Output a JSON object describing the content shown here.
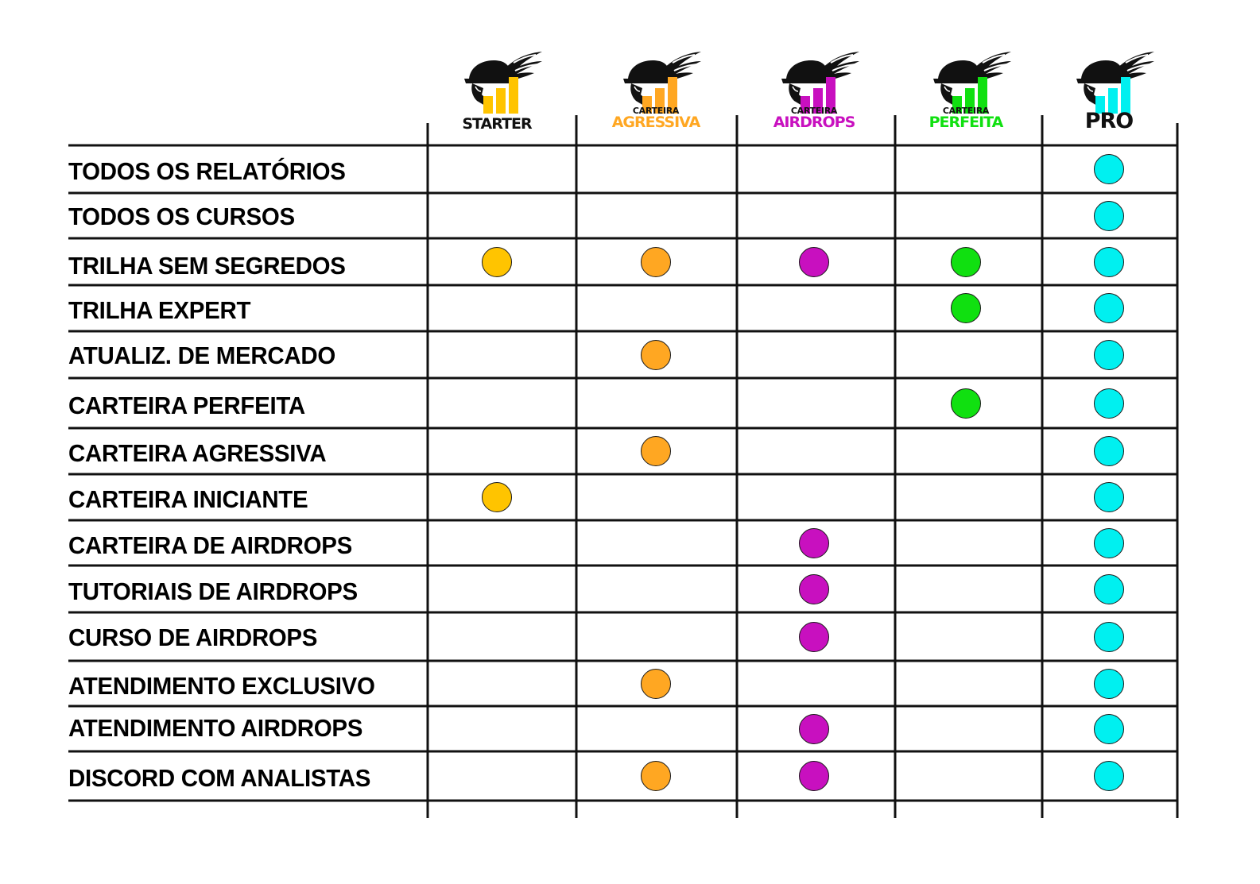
{
  "plans": [
    {
      "id": "starter",
      "small": "",
      "big": "STARTER",
      "color": "#FFC400",
      "bigColor": "#111111",
      "icon": "winged-helmet-bar-chart-icon"
    },
    {
      "id": "agressiva",
      "small": "CARTEIRA",
      "big": "AGRESSIVA",
      "color": "#FFA722",
      "bigColor": "#FFA722",
      "icon": "winged-helmet-bar-chart-icon"
    },
    {
      "id": "airdrops",
      "small": "CARTEIRA",
      "big": "AIRDROPS",
      "color": "#C810BF",
      "bigColor": "#C810BF",
      "icon": "winged-helmet-bar-chart-icon"
    },
    {
      "id": "perfeita",
      "small": "CARTEIRA",
      "big": "PERFEITA",
      "color": "#10E010",
      "bigColor": "#10E010",
      "icon": "winged-helmet-bar-chart-icon"
    },
    {
      "id": "pro",
      "small": "",
      "big": "PRO",
      "color": "#00F0F0",
      "bigColor": "#111111",
      "icon": "winged-helmet-bar-chart-icon"
    }
  ],
  "features": [
    {
      "label": "TODOS OS RELATÓRIOS",
      "included": [
        false,
        false,
        false,
        false,
        true
      ]
    },
    {
      "label": "TODOS OS CURSOS",
      "included": [
        false,
        false,
        false,
        false,
        true
      ]
    },
    {
      "label": "TRILHA SEM SEGREDOS",
      "included": [
        true,
        true,
        true,
        true,
        true
      ]
    },
    {
      "label": "TRILHA EXPERT",
      "included": [
        false,
        false,
        false,
        true,
        true
      ]
    },
    {
      "label": "ATUALIZ. DE MERCADO",
      "included": [
        false,
        true,
        false,
        false,
        true
      ]
    },
    {
      "label": "CARTEIRA PERFEITA",
      "included": [
        false,
        false,
        false,
        true,
        true
      ]
    },
    {
      "label": "CARTEIRA AGRESSIVA",
      "included": [
        false,
        true,
        false,
        false,
        true
      ]
    },
    {
      "label": "CARTEIRA INICIANTE",
      "included": [
        true,
        false,
        false,
        false,
        true
      ]
    },
    {
      "label": "CARTEIRA DE AIRDROPS",
      "included": [
        false,
        false,
        true,
        false,
        true
      ]
    },
    {
      "label": "TUTORIAIS DE AIRDROPS",
      "included": [
        false,
        false,
        true,
        false,
        true
      ]
    },
    {
      "label": "CURSO DE AIRDROPS",
      "included": [
        false,
        false,
        true,
        false,
        true
      ]
    },
    {
      "label": "ATENDIMENTO EXCLUSIVO",
      "included": [
        false,
        true,
        false,
        false,
        true
      ]
    },
    {
      "label": "ATENDIMENTO AIRDROPS",
      "included": [
        false,
        false,
        true,
        false,
        true
      ]
    },
    {
      "label": "DISCORD COM ANALISTAS",
      "included": [
        false,
        true,
        true,
        false,
        true
      ]
    }
  ],
  "colors": {
    "grid": "#111111",
    "background": "#FFFFFF"
  }
}
